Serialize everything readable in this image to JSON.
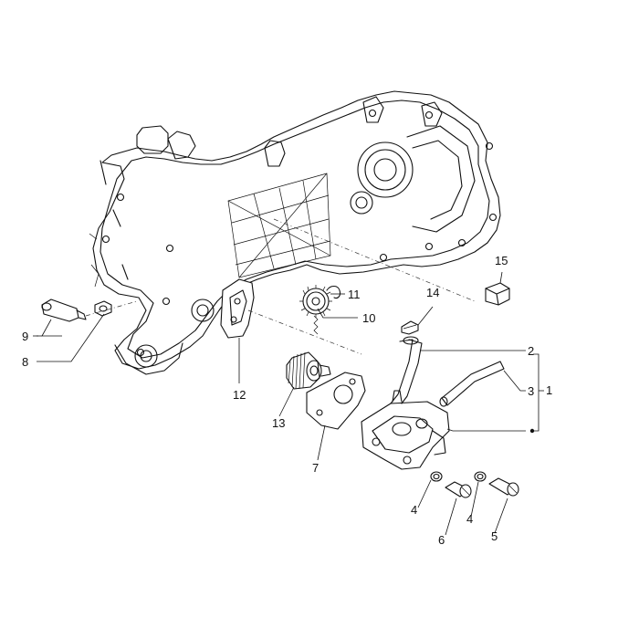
{
  "callouts": [
    {
      "id": "c1",
      "text": "1"
    },
    {
      "id": "c2",
      "text": "2"
    },
    {
      "id": "c3",
      "text": "3"
    },
    {
      "id": "c4a",
      "text": "4"
    },
    {
      "id": "c4b",
      "text": "4"
    },
    {
      "id": "c5",
      "text": "5"
    },
    {
      "id": "c6",
      "text": "6"
    },
    {
      "id": "c7",
      "text": "7"
    },
    {
      "id": "c8",
      "text": "8"
    },
    {
      "id": "c9",
      "text": "9"
    },
    {
      "id": "c10",
      "text": "10"
    },
    {
      "id": "c11",
      "text": "11"
    },
    {
      "id": "c12",
      "text": "12"
    },
    {
      "id": "c13",
      "text": "13"
    },
    {
      "id": "c14",
      "text": "14"
    },
    {
      "id": "c15",
      "text": "15"
    }
  ]
}
